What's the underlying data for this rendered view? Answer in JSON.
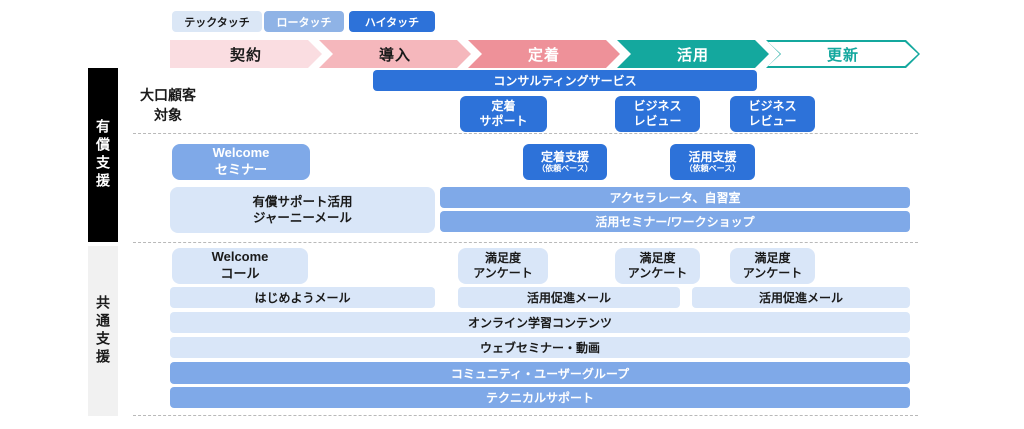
{
  "legend": {
    "items": [
      {
        "label": "テックタッチ"
      },
      {
        "label": "ロータッチ"
      },
      {
        "label": "ハイタッチ"
      }
    ]
  },
  "stages": [
    {
      "label": "契約"
    },
    {
      "label": "導入"
    },
    {
      "label": "定着"
    },
    {
      "label": "活用"
    },
    {
      "label": "更新"
    }
  ],
  "paid": {
    "side_label": "有償支援",
    "target": {
      "line1": "大口顧客",
      "line2": "対象"
    },
    "consulting": "コンサルティングサービス",
    "retention_support": {
      "line1": "定着",
      "line2": "サポート"
    },
    "business_review_1": {
      "line1": "ビジネス",
      "line2": "レビュー"
    },
    "business_review_2": {
      "line1": "ビジネス",
      "line2": "レビュー"
    },
    "welcome_seminar": {
      "line1": "Welcome",
      "line2": "セミナー"
    },
    "retention_assist": {
      "main": "定着支援",
      "sub": "（依頼ベース）"
    },
    "utilization_assist": {
      "main": "活用支援",
      "sub": "（依頼ベース）"
    },
    "journey_mail": {
      "line1": "有償サポート活用",
      "line2": "ジャーニーメール"
    },
    "accelerator": "アクセラレータ、自習室",
    "utilization_seminar": "活用セミナー/ワークショップ"
  },
  "common": {
    "side_label": "共通支援",
    "welcome_call": {
      "line1": "Welcome",
      "line2": "コール"
    },
    "survey_1": {
      "line1": "満足度",
      "line2": "アンケート"
    },
    "survey_2": {
      "line1": "満足度",
      "line2": "アンケート"
    },
    "survey_3": {
      "line1": "満足度",
      "line2": "アンケート"
    },
    "getting_started_mail": "はじめようメール",
    "promo_mail_1": "活用促進メール",
    "promo_mail_2": "活用促進メール",
    "online_learning": "オンライン学習コンテンツ",
    "web_seminar": "ウェブセミナー・動画",
    "community": "コミュニティ・ユーザーグループ",
    "technical_support": "テクニカルサポート"
  },
  "colors": {
    "dark_blue": "#2d72d9",
    "mid_blue": "#7fa9e8",
    "pale_blue": "#d9e6f8",
    "legend_light": "#dbe7f6",
    "legend_mid": "#8fb3e6",
    "stage_pink_1": "#fadde1",
    "stage_pink_2": "#f5b7bc",
    "stage_pink_3": "#ee9199",
    "stage_teal": "#14a89e",
    "paid_label_bg": "#000000",
    "common_label_bg": "#f1f1f1"
  }
}
